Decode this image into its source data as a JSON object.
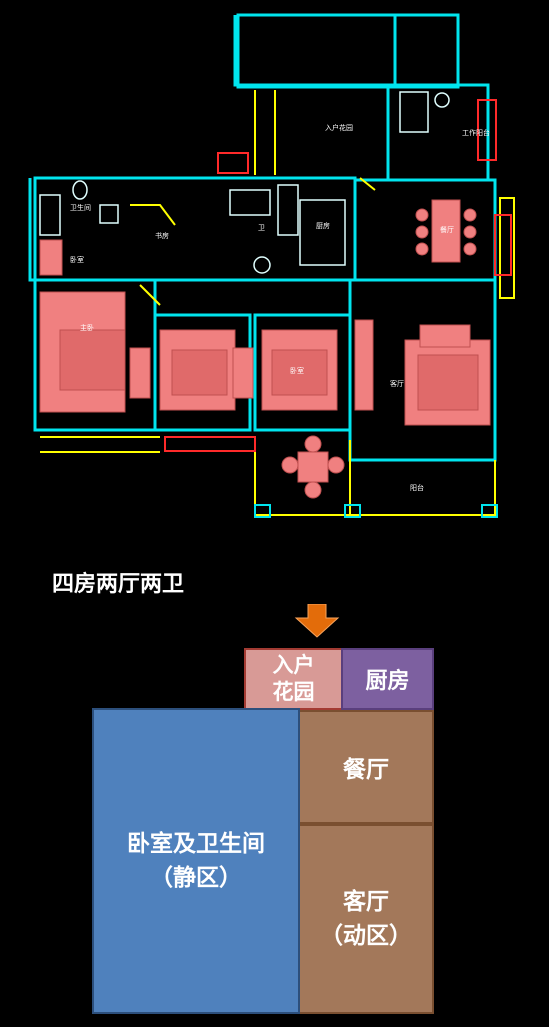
{
  "floorplan": {
    "room_labels": [
      "入户花园",
      "卫生间",
      "书房",
      "厨房",
      "餐厅",
      "卧室",
      "主卧",
      "客厅",
      "阳台",
      "卫",
      "工作阳台",
      "卧室"
    ]
  },
  "caption": "四房两厅两卫",
  "arrow_color": "#e36c0a",
  "zones": {
    "entry_line1": "入户",
    "entry_line2": "花园",
    "kitchen": "厨房",
    "dining": "餐厅",
    "bedroom_line1": "卧室及卫生间",
    "bedroom_line2": "（静区）",
    "living_line1": "客厅",
    "living_line2": "（动区）"
  },
  "colors": {
    "entry": "#d89a96",
    "kitchen": "#7d60a0",
    "dining_living": "#a3785a",
    "bedroom": "#4f81bd",
    "wall_cyan": "#00e5ee",
    "furniture_pink": "#f08080",
    "window_yellow": "#ffff00"
  }
}
